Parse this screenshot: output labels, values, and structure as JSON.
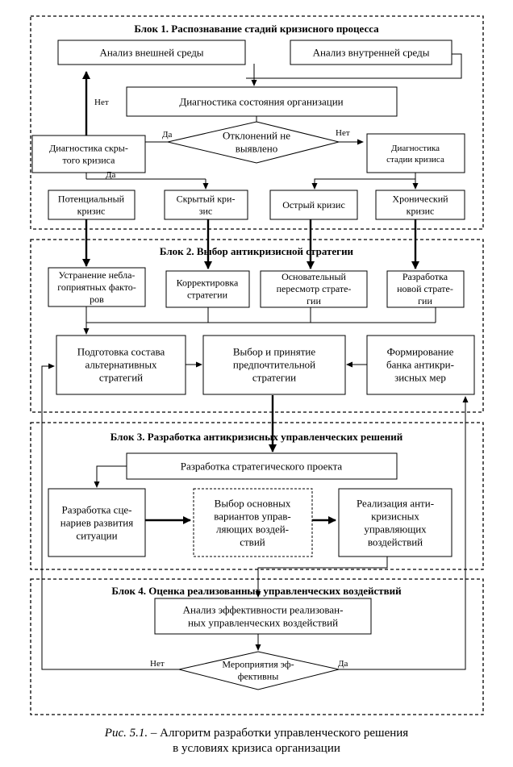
{
  "blocks": {
    "b1": "Блок 1. Распознавание стадий кризисного процесса",
    "b2": "Блок 2. Выбор антикризисной стратегии",
    "b3": "Блок 3. Разработка антикризисных управленческих решений",
    "b4": "Блок 4. Оценка реализованных управленческих воздействий"
  },
  "boxes": {
    "external": [
      "Анализ внешней среды"
    ],
    "internal": [
      "Анализ внутренней среды"
    ],
    "diag_org": [
      "Диагностика состояния организации"
    ],
    "hidden_diag": [
      "Диагностика скры-",
      "того кризиса"
    ],
    "no_dev": [
      "Отклонений не",
      "выявлено"
    ],
    "stage_diag": [
      "Диагностика",
      "стадии кризиса"
    ],
    "potential": [
      "Потенциальный",
      "кризис"
    ],
    "hidden": [
      "Скрытый кри-",
      "зис"
    ],
    "acute": [
      "Острый кризис"
    ],
    "chronic": [
      "Хронический",
      "кризис"
    ],
    "elim": [
      "Устранение небла-",
      "гоприятных факто-",
      "ров"
    ],
    "correct": [
      "Корректировка",
      "стратегии"
    ],
    "revision": [
      "Основательный",
      "пересмотр страте-",
      "гии"
    ],
    "newstrat": [
      "Разработка",
      "новой страте-",
      "гии"
    ],
    "prep": [
      "Подготовка состава",
      "альтернативных",
      "стратегий"
    ],
    "choice": [
      "Выбор и принятие",
      "предпочтительной",
      "стратегии"
    ],
    "bank": [
      "Формирование",
      "банка антикри-",
      "зисных мер"
    ],
    "project": [
      "Разработка стратегического проекта"
    ],
    "scen": [
      "Разработка сце-",
      "нариев развития",
      "ситуации"
    ],
    "variants": [
      "Выбор основных",
      "вариантов управ-",
      "ляющих воздей-",
      "ствий"
    ],
    "impl": [
      "Реализация анти-",
      "кризисных",
      "управляющих",
      "воздействий"
    ],
    "effect": [
      "Анализ эффективности реализован-",
      "ных управленческих воздействий"
    ],
    "measures": [
      "Мероприятия эф-",
      "фективны"
    ]
  },
  "labels": {
    "net1": "Нет",
    "da1": "Да",
    "net2": "Нет",
    "da2": "Да",
    "net3": "Нет",
    "da3": "Да"
  },
  "caption": {
    "fig": "Рис. 5.1.",
    "text1": " – Алгоритм разработки управленческого решения",
    "text2": "в условиях кризиса организации"
  }
}
